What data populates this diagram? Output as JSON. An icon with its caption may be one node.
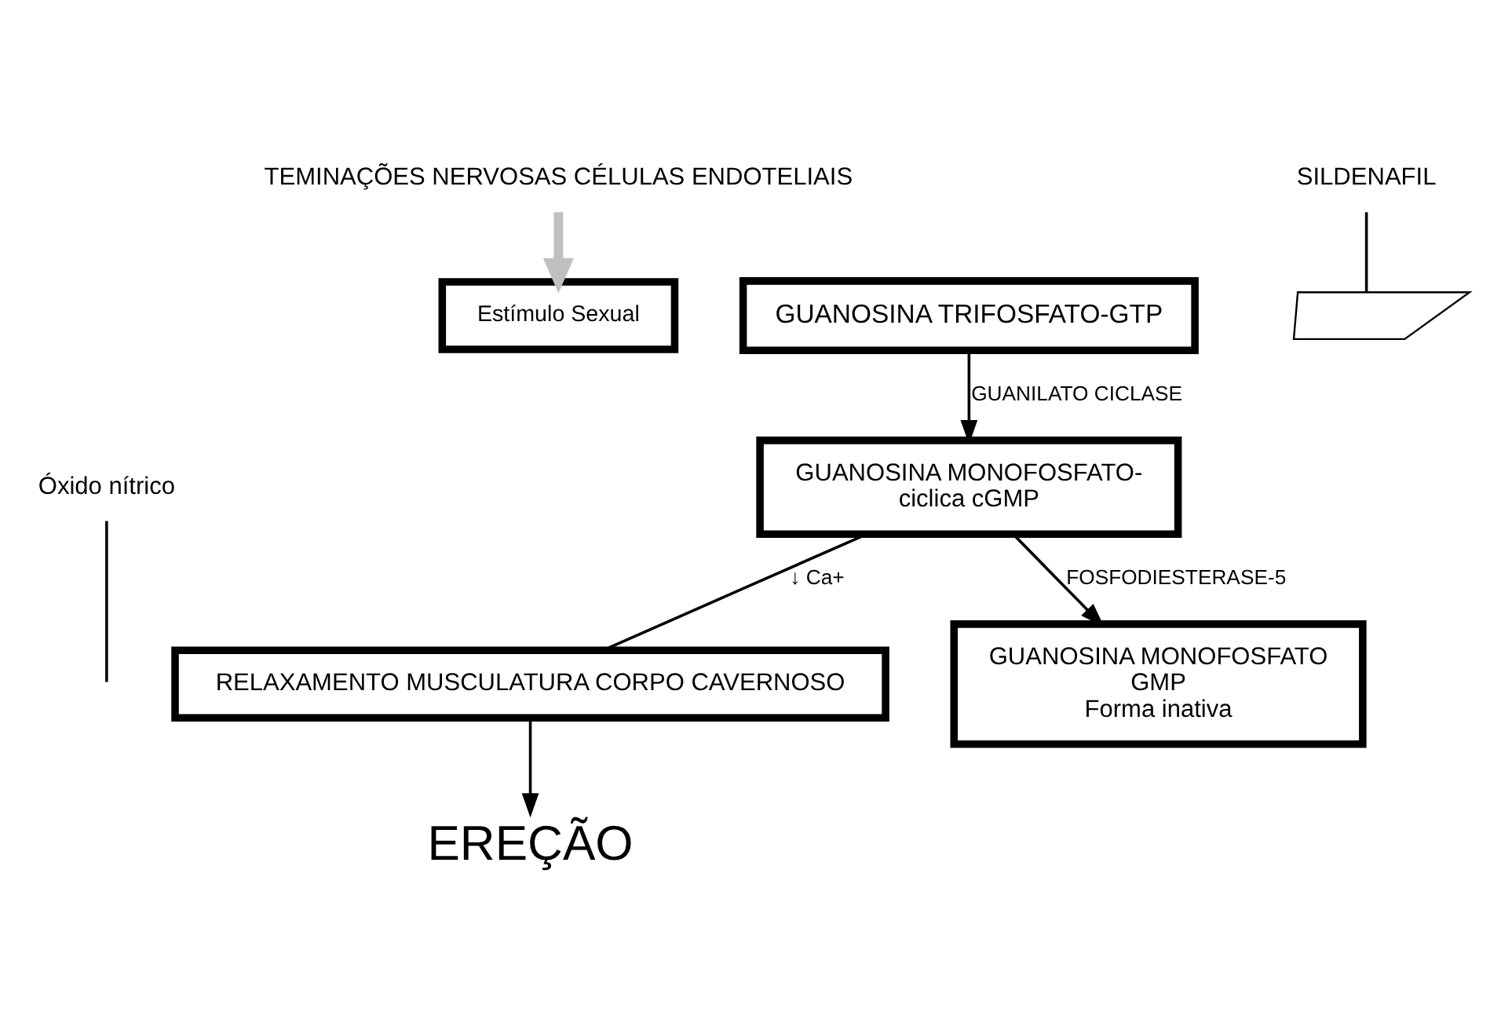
{
  "diagram": {
    "nodes": [
      {
        "text": [
          "Estímulo Sexual"
        ]
      },
      {
        "text": [
          "TEMINAÇÕES NERVOSAS CÉLULAS ENDOTELIAIS"
        ]
      },
      {
        "text": [
          "Óxido nítrico"
        ]
      },
      {
        "text": [
          "GUANOSINA TRIFOSFATO-GTP"
        ]
      },
      {
        "text": [
          "GUANOSINA MONOFOSFATO-",
          "ciclica cGMP"
        ]
      },
      {
        "text": [
          "RELAXAMENTO MUSCULATURA CORPO CAVERNOSO"
        ]
      },
      {
        "text": [
          "SILDENAFIL"
        ]
      },
      {
        "text": [],
        "shape": "lightning"
      },
      {
        "text": [
          "GUANOSINA MONOFOSFATO",
          "GMP",
          "Forma inativa"
        ]
      },
      {
        "text": [
          "EREÇÃO"
        ]
      }
    ],
    "edges": [
      {
        "from": 1,
        "to": 0,
        "arrow": "to",
        "style": "thick",
        "color": "#c0c0c0"
      },
      {
        "from": 2,
        "to": null,
        "arrow": "none"
      },
      {
        "from": 3,
        "to": 4,
        "arrow": "to",
        "label": "GUANILATO CICLASE"
      },
      {
        "from": 4,
        "to": 5,
        "arrow": "none",
        "label": "↓ Ca+"
      },
      {
        "from": 4,
        "to": 8,
        "arrow": "to",
        "label": "FOSFODIESTERASE-5"
      },
      {
        "from": 6,
        "to": 7,
        "arrow": "none"
      },
      {
        "from": 5,
        "to": 9,
        "arrow": "to"
      }
    ]
  }
}
